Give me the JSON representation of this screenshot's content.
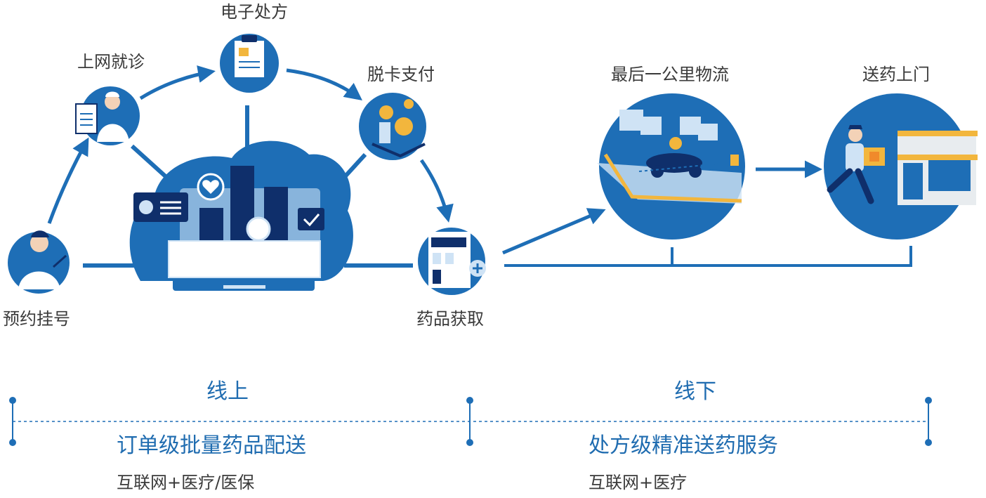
{
  "colors": {
    "primary_blue": "#1e6eb6",
    "dark_navy": "#0f2f6b",
    "light_blue": "#cfe3f5",
    "accent_yellow": "#f2b63d",
    "text_gray": "#3a3a3a"
  },
  "nodes": [
    {
      "id": "register",
      "label": "预约挂号",
      "icon": "doctor-patient-icon"
    },
    {
      "id": "consult",
      "label": "上网就诊",
      "icon": "doctor-icon"
    },
    {
      "id": "prescription",
      "label": "电子处方",
      "icon": "clipboard-icon"
    },
    {
      "id": "payment",
      "label": "脱卡支付",
      "icon": "coin-payment-icon"
    },
    {
      "id": "medicine",
      "label": "药品获取",
      "icon": "pharmacy-icon"
    },
    {
      "id": "logistics",
      "label": "最后一公里物流",
      "icon": "delivery-scooter-icon"
    },
    {
      "id": "delivery",
      "label": "送药上门",
      "icon": "courier-icon"
    }
  ],
  "segments": [
    {
      "title": "线上",
      "subtitle": "订单级批量药品配送",
      "description": "互联网+医疗/医保"
    },
    {
      "title": "线下",
      "subtitle": "处方级精准送药服务",
      "description": "互联网+医疗"
    }
  ]
}
